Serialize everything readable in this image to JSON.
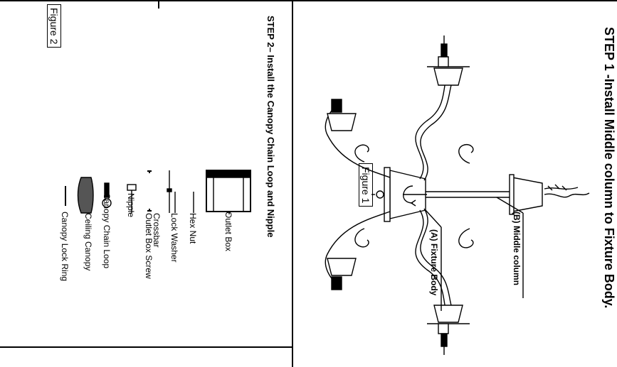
{
  "step1": {
    "title": "STEP 1 -Install Middle column to Fixture Body.",
    "figure_label": "Figure 1",
    "middle_column_label": "(B) Middle column",
    "fixture_body_label": "(A) Fixture Body"
  },
  "step2": {
    "title": "STEP 2– Install the Canopy Chain Loop and Nipple",
    "figure_label": "Figure 2",
    "parts": [
      "Outlet Box",
      "Hex Nut",
      "Lock Washer",
      "Crossbar",
      "Outlet Box Screw",
      "Nipple",
      "Canopy Chain Loop",
      "Ceiling Canopy",
      "Canopy Lock Ring"
    ]
  }
}
